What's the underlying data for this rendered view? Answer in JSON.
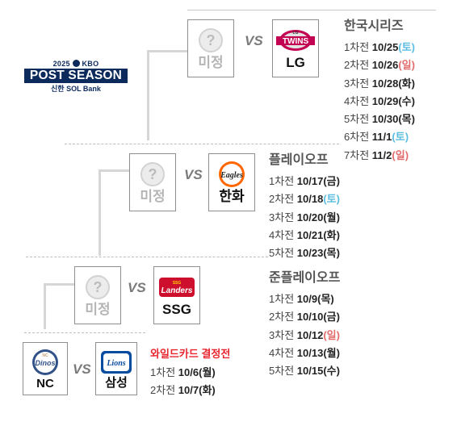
{
  "logo": {
    "year": "2025",
    "brand": "KBO",
    "title": "POST SEASON",
    "sponsor": "신한 SOL Bank"
  },
  "series": [
    {
      "id": "ks",
      "title": "한국시리즈",
      "left_team": {
        "name": "미정",
        "icon": "question-mark-icon"
      },
      "vs": "VS",
      "right_team": {
        "name": "LG",
        "icon": "lg-twins-logo",
        "logo_text": "TWINS",
        "logo_sub": "LG"
      },
      "games": [
        {
          "game": "1차전",
          "date": "10/25",
          "day": "토",
          "type": "sat"
        },
        {
          "game": "2차전",
          "date": "10/26",
          "day": "일",
          "type": "sun"
        },
        {
          "game": "3차전",
          "date": "10/28",
          "day": "화",
          "type": "wk"
        },
        {
          "game": "4차전",
          "date": "10/29",
          "day": "수",
          "type": "wk"
        },
        {
          "game": "5차전",
          "date": "10/30",
          "day": "목",
          "type": "wk"
        },
        {
          "game": "6차전",
          "date": "11/1",
          "day": "토",
          "type": "sat"
        },
        {
          "game": "7차전",
          "date": "11/2",
          "day": "일",
          "type": "sun"
        }
      ]
    },
    {
      "id": "po",
      "title": "플레이오프",
      "left_team": {
        "name": "미정",
        "icon": "question-mark-icon"
      },
      "vs": "VS",
      "right_team": {
        "name": "한화",
        "icon": "hanwha-eagles-logo",
        "logo_text": "Eagles"
      },
      "games": [
        {
          "game": "1차전",
          "date": "10/17",
          "day": "금",
          "type": "wk"
        },
        {
          "game": "2차전",
          "date": "10/18",
          "day": "토",
          "type": "sat"
        },
        {
          "game": "3차전",
          "date": "10/20",
          "day": "월",
          "type": "wk"
        },
        {
          "game": "4차전",
          "date": "10/21",
          "day": "화",
          "type": "wk"
        },
        {
          "game": "5차전",
          "date": "10/23",
          "day": "목",
          "type": "wk"
        }
      ]
    },
    {
      "id": "spo",
      "title": "준플레이오프",
      "left_team": {
        "name": "미정",
        "icon": "question-mark-icon"
      },
      "vs": "VS",
      "right_team": {
        "name": "SSG",
        "icon": "ssg-landers-logo",
        "logo_text": "Landers",
        "logo_sub": "SSG"
      },
      "games": [
        {
          "game": "1차전",
          "date": "10/9",
          "day": "목",
          "type": "wk"
        },
        {
          "game": "2차전",
          "date": "10/10",
          "day": "금",
          "type": "wk"
        },
        {
          "game": "3차전",
          "date": "10/12",
          "day": "일",
          "type": "sun"
        },
        {
          "game": "4차전",
          "date": "10/13",
          "day": "월",
          "type": "wk"
        },
        {
          "game": "5차전",
          "date": "10/15",
          "day": "수",
          "type": "wk"
        }
      ]
    },
    {
      "id": "wc",
      "title": "와일드카드 결정전",
      "left_team": {
        "name": "NC",
        "icon": "nc-dinos-logo",
        "logo_text": "Dinos",
        "logo_sub": "NC"
      },
      "vs": "VS",
      "right_team": {
        "name": "삼성",
        "icon": "samsung-lions-logo",
        "logo_text": "Lions"
      },
      "games": [
        {
          "game": "1차전",
          "date": "10/6",
          "day": "월",
          "type": "wk"
        },
        {
          "game": "2차전",
          "date": "10/7",
          "day": "화",
          "type": "wk"
        }
      ]
    }
  ],
  "colors": {
    "saturday": "#5bbde0",
    "sunday": "#e36b6b",
    "wildcard_title": "#e8242d",
    "logo_navy": "#0c2a5c"
  }
}
